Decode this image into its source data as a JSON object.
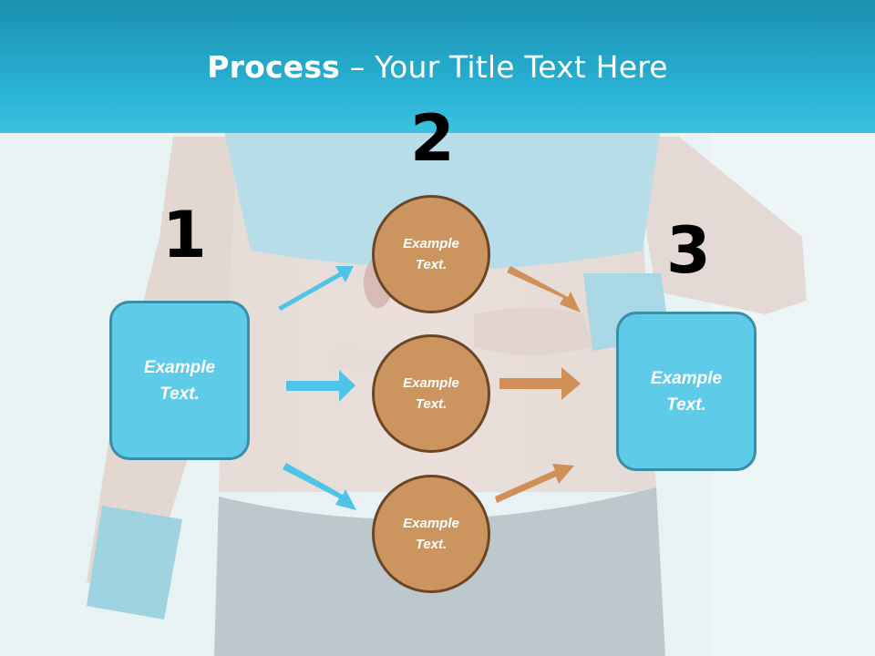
{
  "title": {
    "bold": "Process",
    "rest": " – Your Title Text Here"
  },
  "steps": {
    "one": "1",
    "two": "2",
    "three": "3"
  },
  "nodes": {
    "left_box": {
      "line1": "Example",
      "line2": "Text."
    },
    "circle_top": {
      "line1": "Example",
      "line2": "Text."
    },
    "circle_mid": {
      "line1": "Example",
      "line2": "Text."
    },
    "circle_bottom": {
      "line1": "Example",
      "line2": "Text."
    },
    "right_box": {
      "line1": "Example",
      "line2": "Text."
    }
  },
  "colors": {
    "header": "#29b3d6",
    "box_fill": "#5ecbe8",
    "box_border": "#3a8ea8",
    "circle_fill": "#cc9560",
    "circle_border": "#6b4626",
    "arrow_blue": "#4fc4e6",
    "arrow_orange": "#d09058"
  }
}
